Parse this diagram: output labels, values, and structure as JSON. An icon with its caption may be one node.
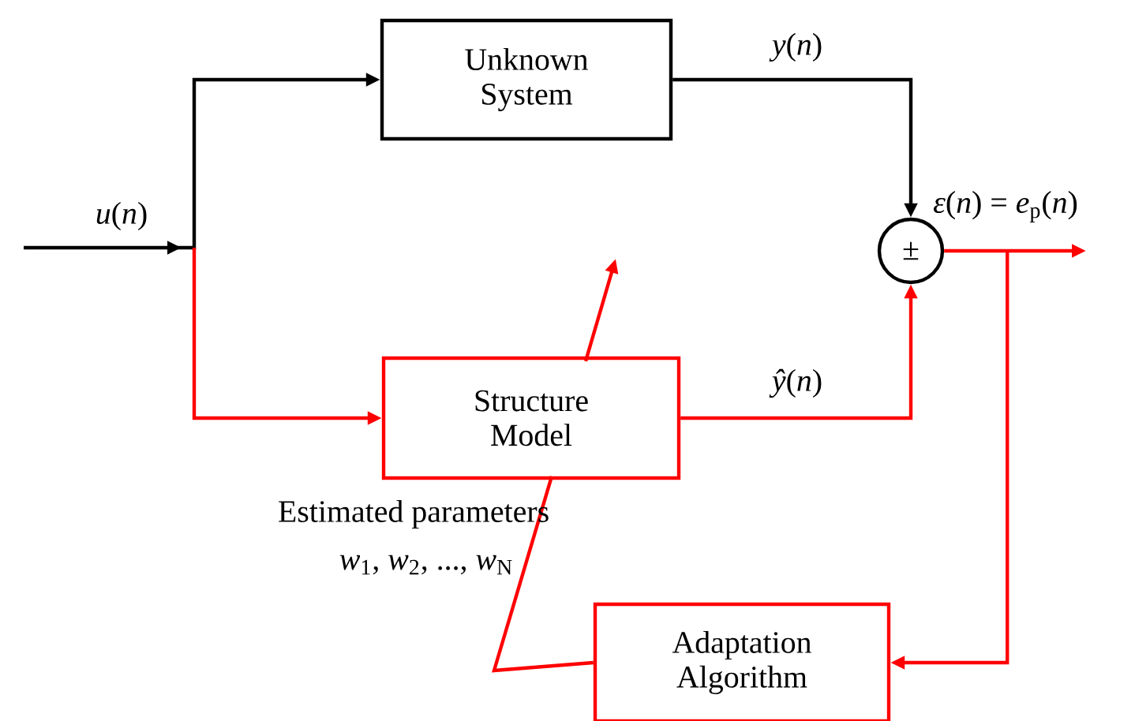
{
  "diagram": {
    "nodes": [
      {
        "text": [
          "Unknown System"
        ]
      },
      {
        "text": [
          "Structure Model"
        ]
      },
      {
        "text": [
          "Adaptation Algorithm"
        ]
      },
      {
        "text": [
          "±"
        ]
      }
    ],
    "edges": [
      {
        "from": null,
        "to": 0,
        "arrow": "to",
        "label": "*u*(*n*)",
        "color": "#000000"
      },
      {
        "from": null,
        "to": 1,
        "arrow": "to",
        "color": "#ff0000"
      },
      {
        "from": 0,
        "to": 3,
        "arrow": "to",
        "label": "*y*(*n*)",
        "color": "#000000"
      },
      {
        "from": 1,
        "to": 3,
        "arrow": "to",
        "label": "*ŷ*(*n*)",
        "color": "#ff0000"
      },
      {
        "from": 3,
        "to": null,
        "arrow": "to",
        "label": "*ε*(*n*) = *e*$_{p}$(*n*)",
        "color": "#ff0000"
      },
      {
        "from": 3,
        "to": 2,
        "arrow": "to",
        "color": "#ff0000"
      },
      {
        "from": 2,
        "to": null,
        "arrow": "to",
        "color": "#ff0000"
      }
    ],
    "labels": [
      "Estimated parameters",
      "*w*$_{1}$, *w*$_{2}$, ..., *w*$_{N}$"
    ]
  }
}
